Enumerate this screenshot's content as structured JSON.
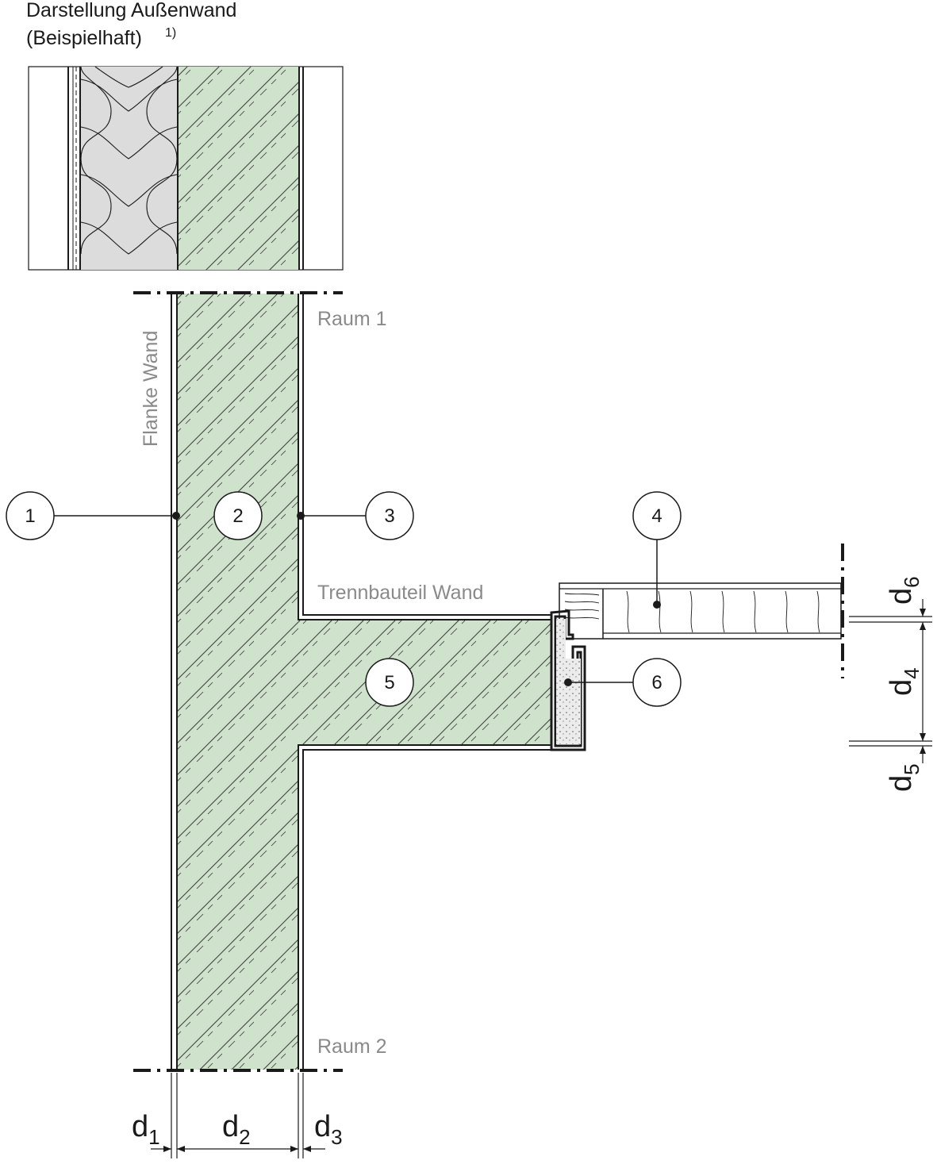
{
  "title": {
    "line1": "Darstellung Außenwand",
    "line2": "(Beispielhaft)",
    "footnote_mark": "1)"
  },
  "labels": {
    "flank_wall": "Flanke Wand",
    "room1": "Raum 1",
    "room2": "Raum 2",
    "separating_wall": "Trennbauteil Wand"
  },
  "callouts": [
    "1",
    "2",
    "3",
    "4",
    "5",
    "6"
  ],
  "dimensions": {
    "d1": {
      "base": "d",
      "sub": "1"
    },
    "d2": {
      "base": "d",
      "sub": "2"
    },
    "d3": {
      "base": "d",
      "sub": "3"
    },
    "d4": {
      "base": "d",
      "sub": "4"
    },
    "d5": {
      "base": "d",
      "sub": "5"
    },
    "d6": {
      "base": "d",
      "sub": "6"
    }
  },
  "colors": {
    "concrete_fill": "#cfe3cc",
    "insulation_fill": "#dcdcdc",
    "screed_fill": "#e6e6e6",
    "line": "#1a1a1a",
    "label_grey": "#8a8a8a"
  }
}
